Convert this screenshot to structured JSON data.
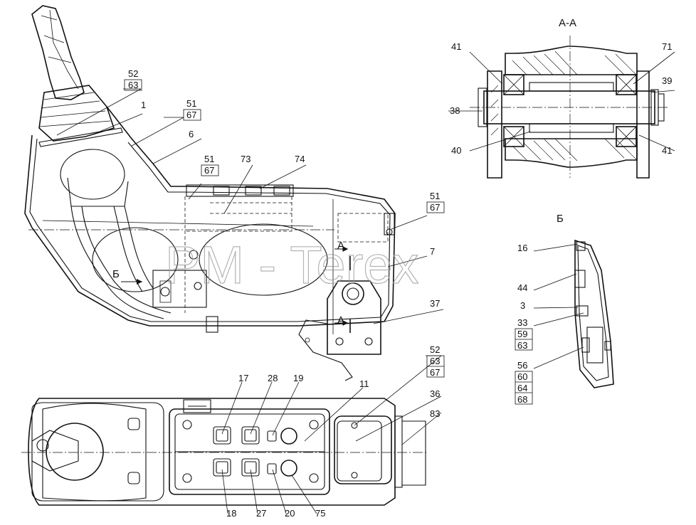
{
  "diagram": {
    "watermark": "PM - Terex",
    "section_labels": {
      "section_aa": "А-А",
      "view_b": "Б",
      "cut_a_top": "А",
      "cut_a_bottom": "А",
      "arrow_b": "Б"
    },
    "callouts": {
      "c52_63_top": [
        "52",
        "63"
      ],
      "c1": "1",
      "c51_67_a": [
        "51",
        "67"
      ],
      "c6": "6",
      "c51_67_b": [
        "51",
        "67"
      ],
      "c73": "73",
      "c74": "74",
      "c51_67_c": [
        "51",
        "67"
      ],
      "c7": "7",
      "c37": "37",
      "c41_left": "41",
      "c71": "71",
      "c39": "39",
      "c38": "38",
      "c40": "40",
      "c41_right": "41",
      "c16": "16",
      "c44": "44",
      "c3": "3",
      "c33_59_63": [
        "33",
        "59",
        "63"
      ],
      "c56_60_64_68": [
        "56",
        "60",
        "64",
        "68"
      ],
      "c17": "17",
      "c28": "28",
      "c19": "19",
      "c11": "11",
      "c52_63_67": [
        "52",
        "63",
        "67"
      ],
      "c36": "36",
      "c83": "83",
      "c18": "18",
      "c27": "27",
      "c20": "20",
      "c75": "75"
    }
  }
}
